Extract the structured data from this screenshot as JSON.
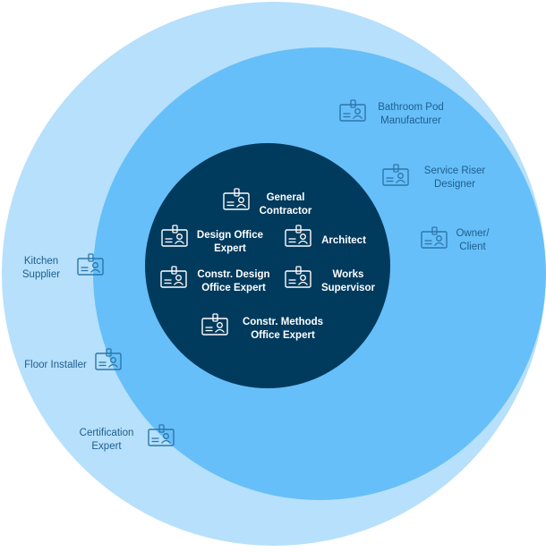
{
  "colors": {
    "outer_ring": "#b6e0fb",
    "middle_ring": "#66bff8",
    "inner_circle": "#003a5d",
    "icon_on_light": "#2c77ab",
    "icon_on_dark": "#ffffff"
  },
  "icon": "id-badge-icon",
  "core": [
    {
      "lines": [
        "General",
        "Contractor"
      ]
    },
    {
      "lines": [
        "Design Office",
        "Expert"
      ]
    },
    {
      "lines": [
        "Architect"
      ]
    },
    {
      "lines": [
        "Constr. Design",
        "Office Expert"
      ]
    },
    {
      "lines": [
        "Works",
        "Supervisor"
      ]
    },
    {
      "lines": [
        "Constr. Methods",
        "Office Expert"
      ]
    }
  ],
  "middle": [
    {
      "lines": [
        "Bathroom Pod",
        "Manufacturer"
      ]
    },
    {
      "lines": [
        "Service Riser",
        "Designer"
      ]
    },
    {
      "lines": [
        "Owner/",
        "Client"
      ]
    }
  ],
  "outer": [
    {
      "lines": [
        "Kitchen",
        "Supplier"
      ]
    },
    {
      "lines": [
        "Floor Installer"
      ]
    },
    {
      "lines": [
        "Certification",
        "Expert"
      ]
    }
  ]
}
